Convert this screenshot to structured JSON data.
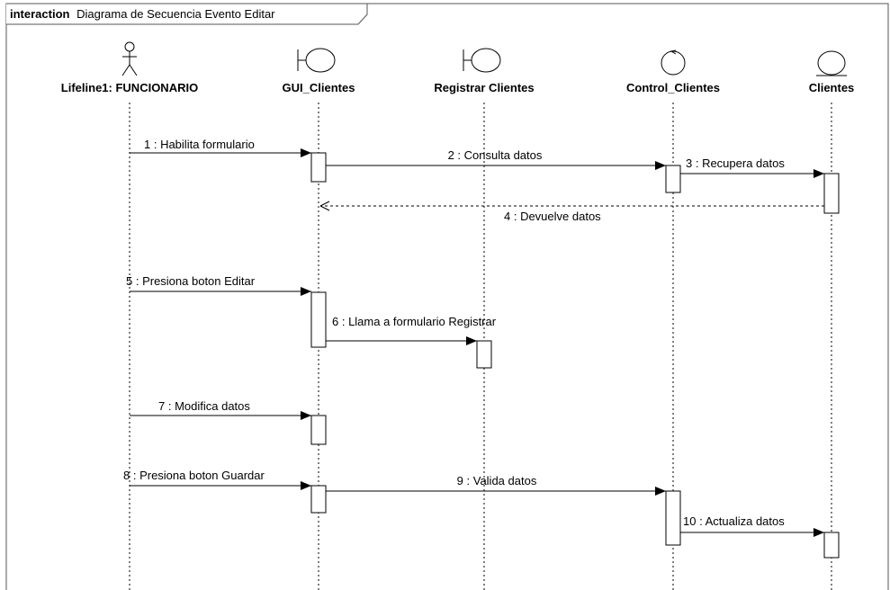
{
  "frame": {
    "keyword": "interaction",
    "name": "Diagrama de Secuencia Evento Editar"
  },
  "lifelines": [
    {
      "id": "funcionario",
      "name": "Lifeline1: FUNCIONARIO",
      "kind": "actor"
    },
    {
      "id": "gui",
      "name": "GUI_Clientes",
      "kind": "boundary"
    },
    {
      "id": "registrar",
      "name": "Registrar Clientes",
      "kind": "boundary"
    },
    {
      "id": "control",
      "name": "Control_Clientes",
      "kind": "control"
    },
    {
      "id": "clientes",
      "name": "Clientes",
      "kind": "entity"
    }
  ],
  "messages": [
    {
      "label": "1 : Habilita formulario",
      "from": "funcionario",
      "to": "gui",
      "type": "sync"
    },
    {
      "label": "2 : Consulta datos",
      "from": "gui",
      "to": "control",
      "type": "sync"
    },
    {
      "label": "3 : Recupera datos",
      "from": "control",
      "to": "clientes",
      "type": "sync"
    },
    {
      "label": "4 : Devuelve datos",
      "from": "clientes",
      "to": "gui",
      "type": "reply"
    },
    {
      "label": "5 : Presiona boton Editar",
      "from": "funcionario",
      "to": "gui",
      "type": "sync"
    },
    {
      "label": "6 : Llama a formulario Registrar",
      "from": "gui",
      "to": "registrar",
      "type": "sync"
    },
    {
      "label": "7 : Modifica datos",
      "from": "funcionario",
      "to": "gui",
      "type": "sync"
    },
    {
      "label": "8 : Presiona boton Guardar",
      "from": "funcionario",
      "to": "gui",
      "type": "sync"
    },
    {
      "label": "9 : Valida datos",
      "from": "gui",
      "to": "control",
      "type": "sync"
    },
    {
      "label": "10 : Actualiza datos",
      "from": "control",
      "to": "clientes",
      "type": "sync"
    }
  ]
}
